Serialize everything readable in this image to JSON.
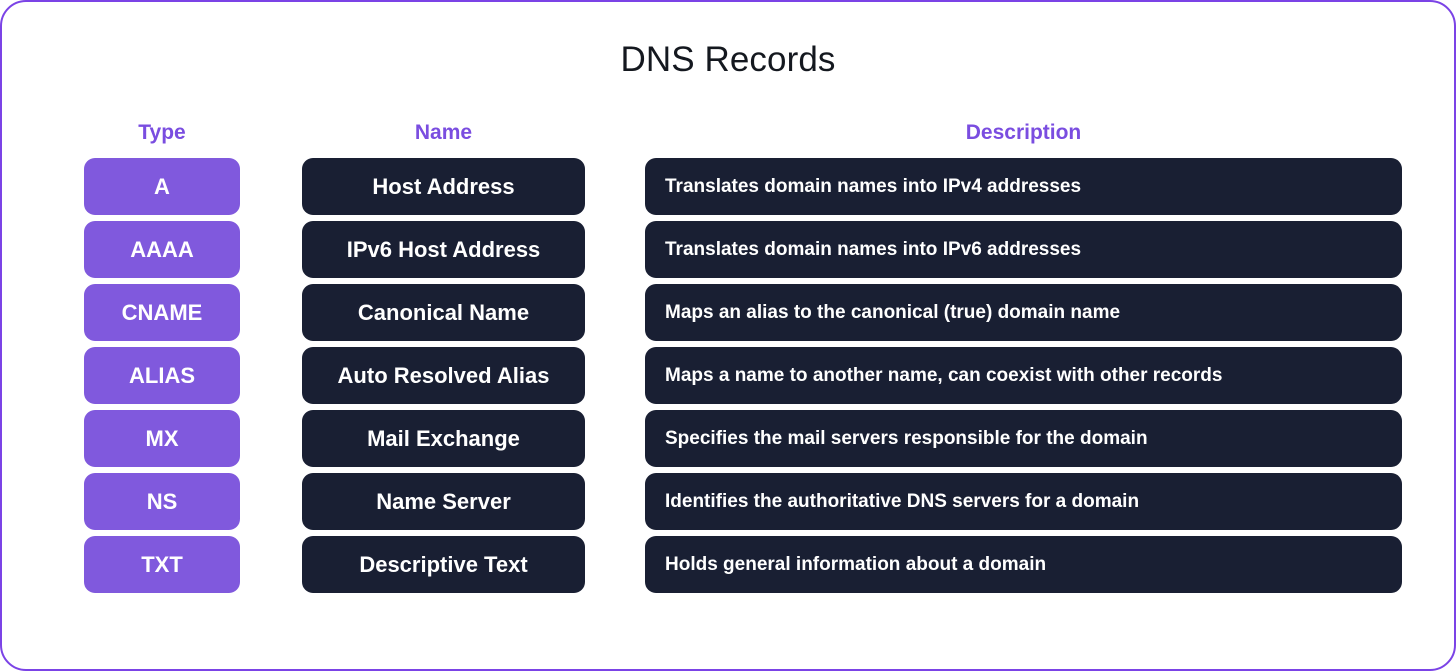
{
  "page": {
    "title": "DNS Records",
    "border_color": "#7b43e6",
    "background": "#ffffff"
  },
  "colors": {
    "header_purple": "#7a4de0",
    "type_pill_purple": "#8059dd",
    "pill_dark_navy": "#191f33",
    "pill_text": "#ffffff",
    "title_text": "#14181f"
  },
  "table": {
    "headers": {
      "type": "Type",
      "name": "Name",
      "description": "Description"
    },
    "rows": [
      {
        "type": "A",
        "name": "Host Address",
        "description": "Translates domain names into IPv4 addresses"
      },
      {
        "type": "AAAA",
        "name": "IPv6 Host Address",
        "description": "Translates domain names into IPv6 addresses"
      },
      {
        "type": "CNAME",
        "name": "Canonical Name",
        "description": "Maps an alias to the canonical (true) domain name"
      },
      {
        "type": "ALIAS",
        "name": "Auto Resolved Alias",
        "description": "Maps a name to another name, can coexist with other records"
      },
      {
        "type": "MX",
        "name": "Mail Exchange",
        "description": "Specifies the mail servers responsible for the domain"
      },
      {
        "type": "NS",
        "name": "Name Server",
        "description": "Identifies the authoritative DNS servers for a domain"
      },
      {
        "type": "TXT",
        "name": "Descriptive Text",
        "description": "Holds general information about a domain"
      }
    ]
  }
}
